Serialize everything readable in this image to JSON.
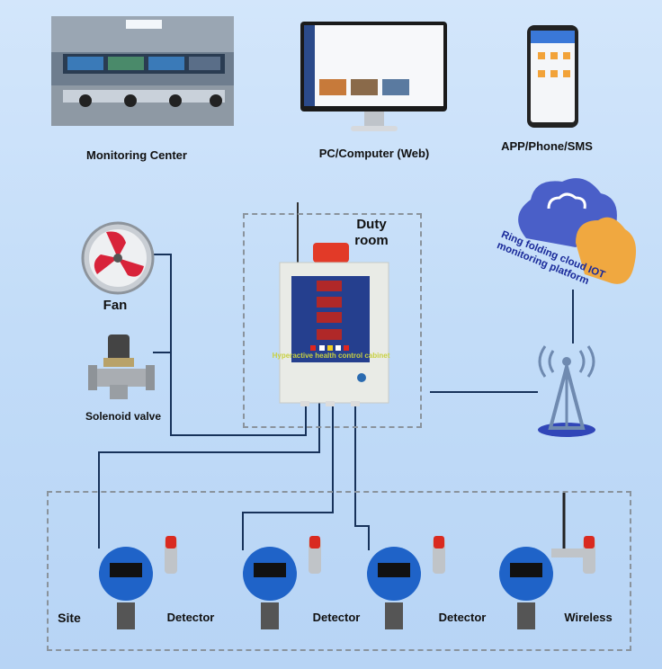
{
  "top": {
    "monitoring_center": "Monitoring Center",
    "pc_web": "PC/Computer (Web)",
    "app": "APP/Phone/SMS"
  },
  "duty_room": {
    "title_line1": "Duty",
    "title_line2": "room",
    "cabinet_label": "Hyperactive health control cabinet"
  },
  "cloud": {
    "line1": "Ring folding cloud IOT",
    "line2": "monitoring platform"
  },
  "outputs": {
    "fan": "Fan",
    "valve": "Solenoid valve"
  },
  "site": {
    "title": "Site",
    "devices": [
      {
        "label": "Detector"
      },
      {
        "label": "Detector"
      },
      {
        "label": "Detector"
      },
      {
        "label": "Wireless"
      }
    ]
  },
  "colors": {
    "wire": "#17325a",
    "detector_blue": "#1f63c8",
    "alarm_red": "#e0261e",
    "cloud_blue": "#4a5fc8",
    "cloud_orange": "#f0a840"
  }
}
